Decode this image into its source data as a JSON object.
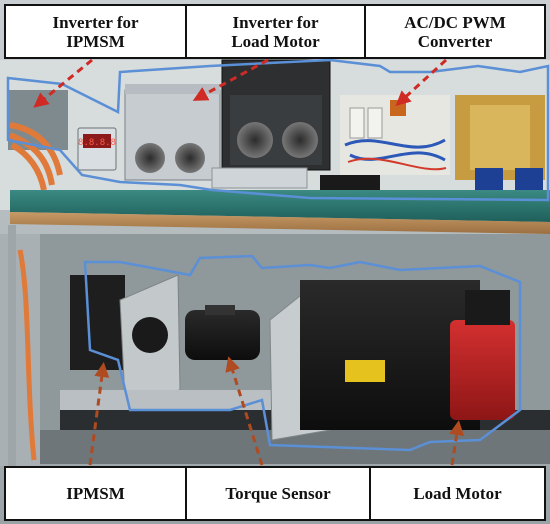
{
  "labels_top": [
    {
      "text": "Inverter for\nIPMSM"
    },
    {
      "text": "Inverter for\nLoad Motor"
    },
    {
      "text": "AC/DC PWM\nConverter"
    }
  ],
  "labels_bottom": [
    {
      "text": "IPMSM"
    },
    {
      "text": "Torque Sensor"
    },
    {
      "text": "Load Motor"
    }
  ],
  "colors": {
    "outline": "#5b8fd6",
    "arrow": "#d02a24",
    "arrow_bottom": "#b04a20"
  },
  "display_value": "8.8.8.8"
}
